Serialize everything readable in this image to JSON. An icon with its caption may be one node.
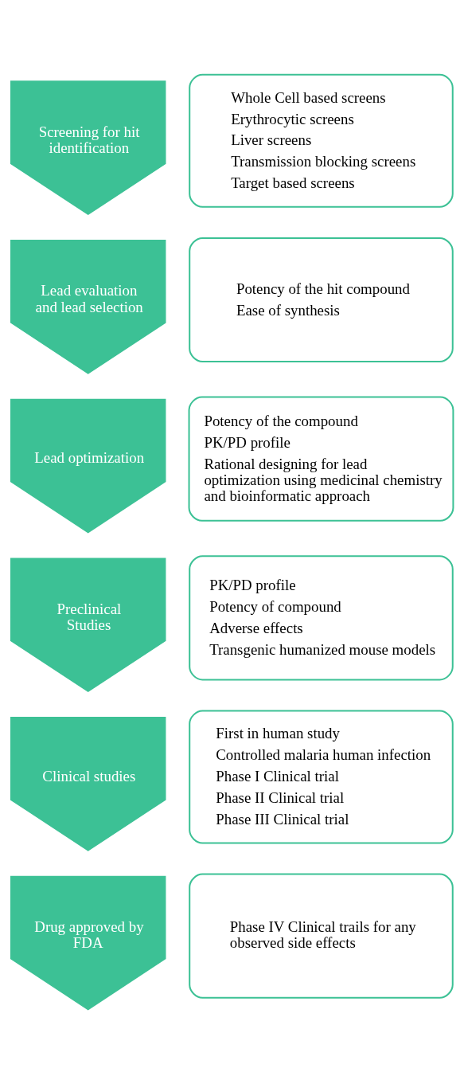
{
  "diagram": {
    "nodes": [
      {
        "text": [
          "Screening for hit identification"
        ]
      },
      {
        "text": [
          "Whole Cell based screens",
          "Erythrocytic screens",
          "Liver screens",
          "Transmission blocking screens",
          "Target based screens"
        ]
      },
      {
        "text": [
          "Lead evaluation and lead selection"
        ]
      },
      {
        "text": [
          "Potency of the hit compound",
          "Ease of synthesis"
        ]
      },
      {
        "text": [
          "Lead optimization"
        ]
      },
      {
        "text": [
          "Potency of the compound",
          "PK/PD profile",
          "Rational designing for lead optimization using medicinal chemistry and bioinformatic approach"
        ]
      },
      {
        "text": [
          "Preclinical Studies"
        ]
      },
      {
        "text": [
          "PK/PD profile",
          "Potency of compound",
          "Adverse effects",
          "Transgenic humanized mouse models"
        ]
      },
      {
        "text": [
          "Clinical studies"
        ]
      },
      {
        "text": [
          "First in human study",
          "Controlled malaria human infection",
          "Phase I Clinical trial",
          "Phase II Clinical trial",
          "Phase III Clinical trial"
        ]
      },
      {
        "text": [
          "Drug approved by FDA"
        ]
      },
      {
        "text": [
          "Phase IV Clinical trails for any observed side effects"
        ]
      }
    ],
    "edges": []
  }
}
